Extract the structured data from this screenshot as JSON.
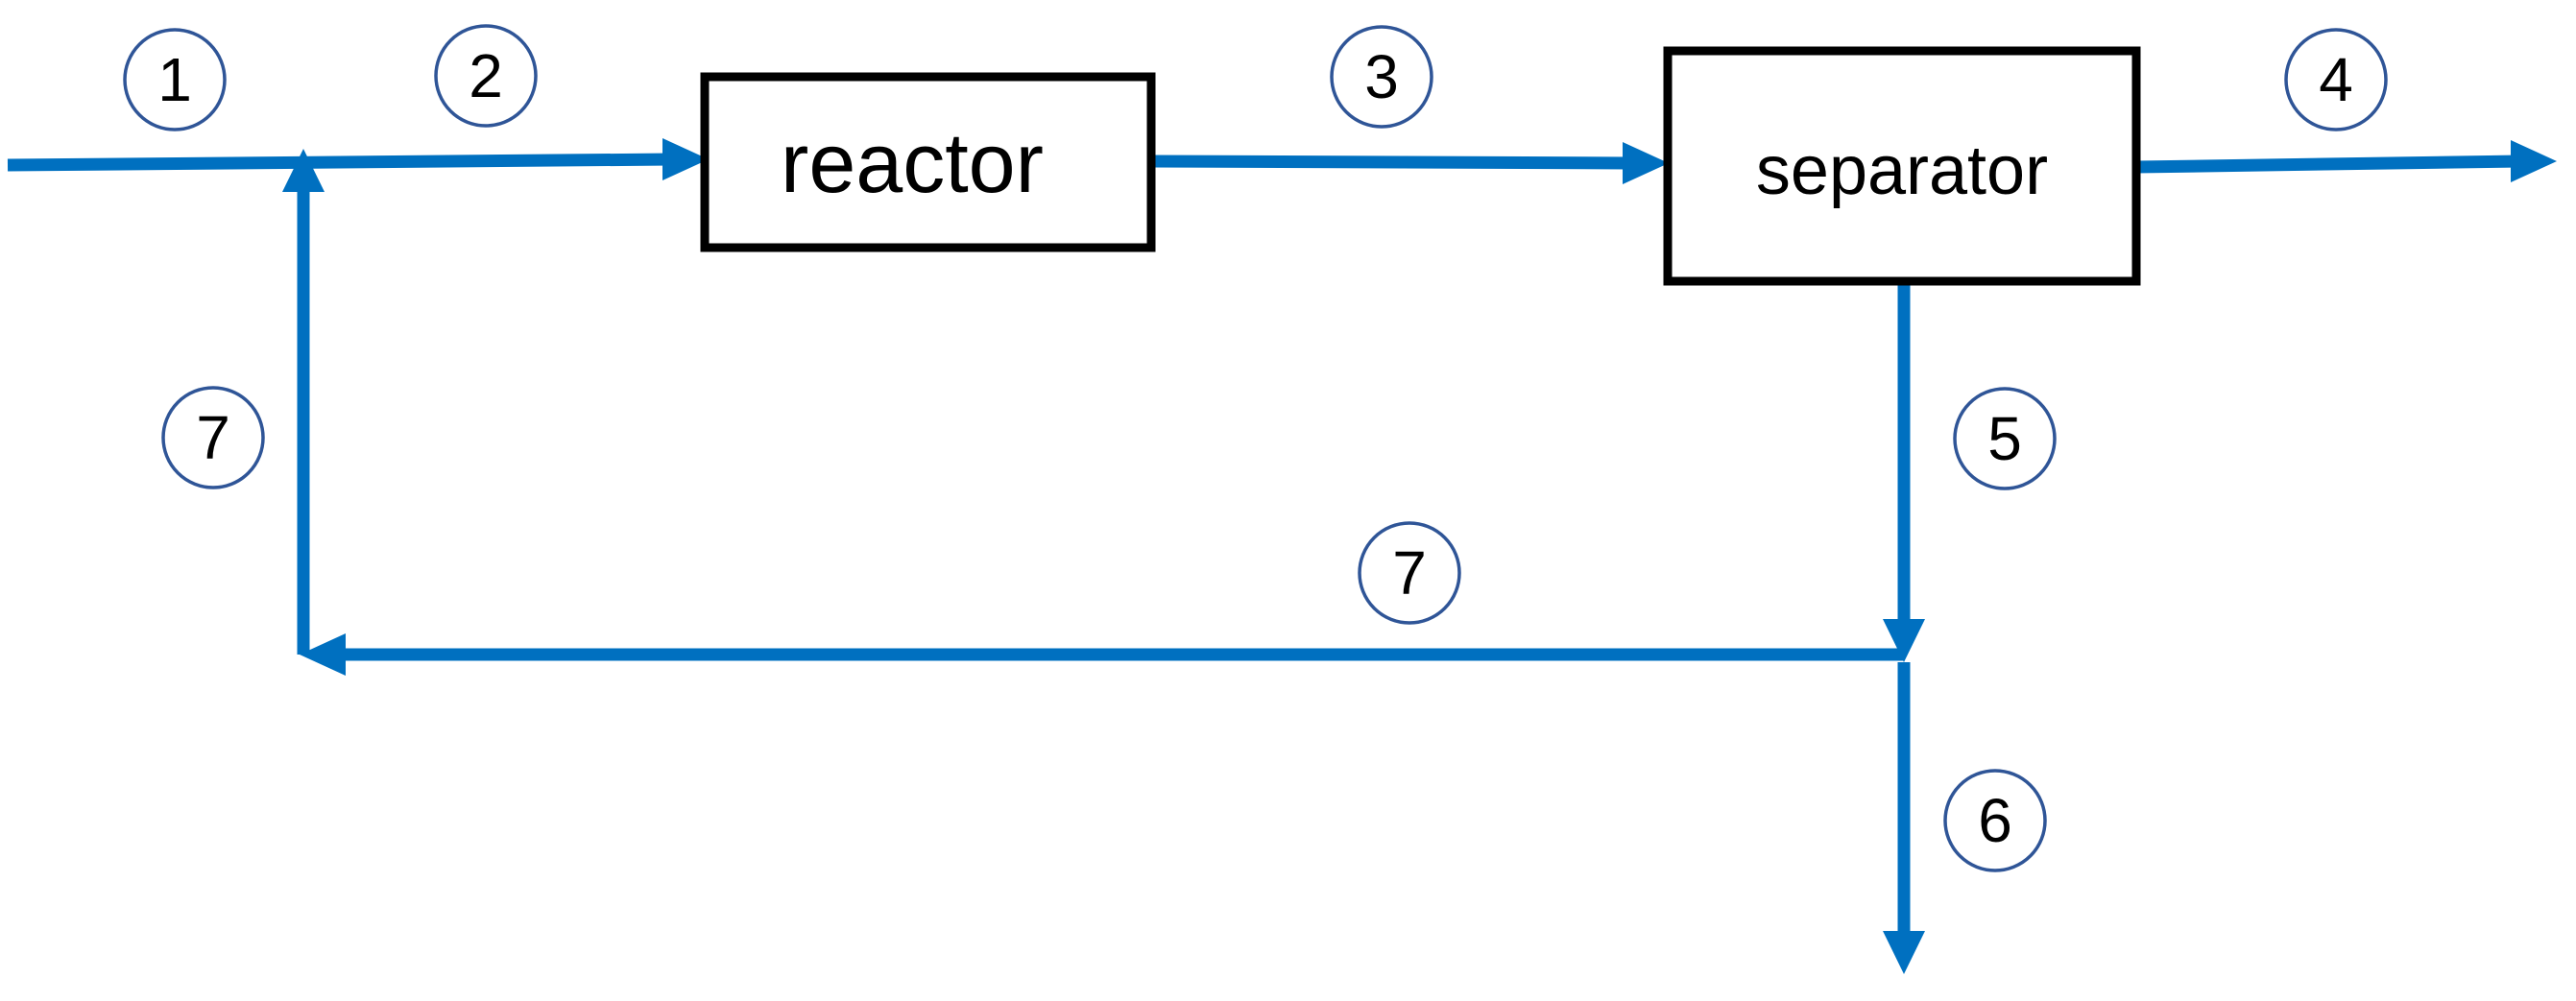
{
  "units": {
    "reactor": "reactor",
    "separator": "separator"
  },
  "streams": {
    "s1": "1",
    "s2": "2",
    "s3": "3",
    "s4": "4",
    "s5": "5",
    "s6": "6",
    "s7_vertical": "7",
    "s7_horizontal": "7"
  },
  "colors": {
    "stream_line": "#0070c0",
    "box_border": "#000000",
    "badge_border": "#2f5597"
  }
}
